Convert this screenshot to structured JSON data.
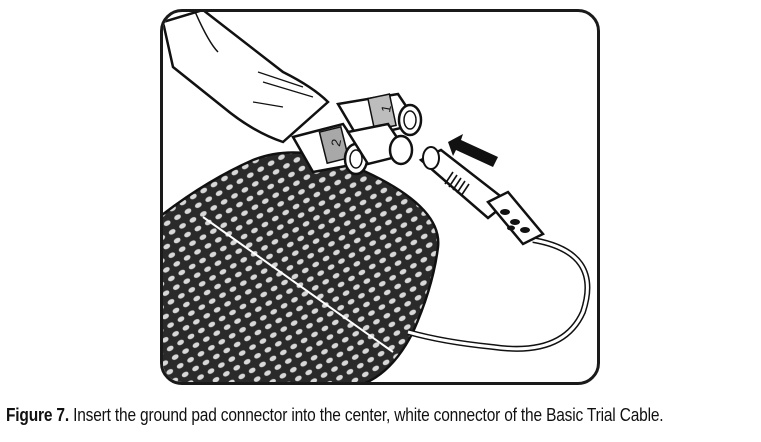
{
  "figure": {
    "connector_labels": [
      "1",
      "2"
    ]
  },
  "caption": {
    "label": "Figure 7.",
    "text": " Insert the ground pad connector into the center, white connector of the Basic Trial Cable."
  }
}
